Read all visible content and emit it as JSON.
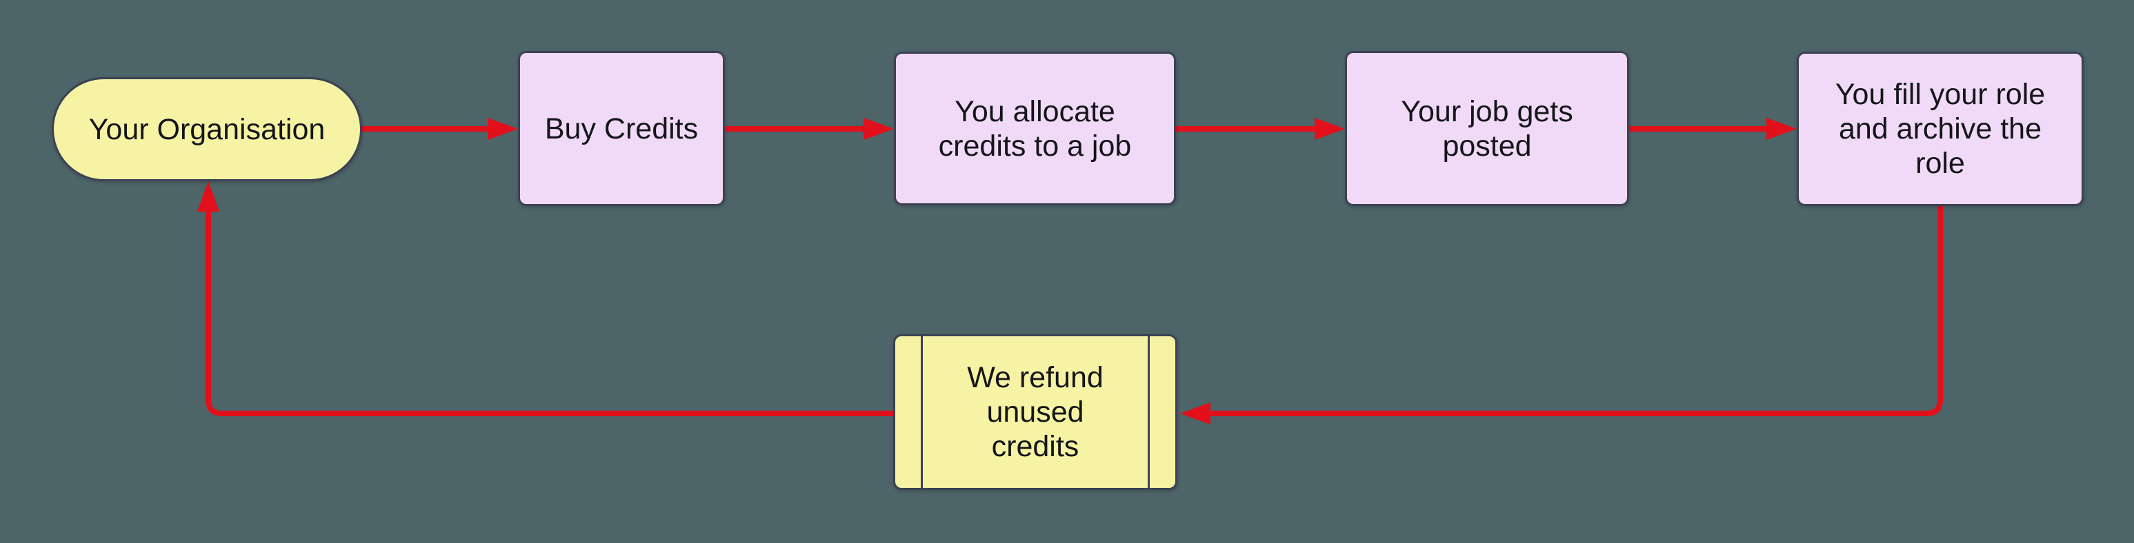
{
  "diagram": {
    "type": "flowchart",
    "background_color": "#4D6468",
    "colors": {
      "bg": "#4D6468",
      "yellow_fill": "#F6F4A4",
      "lavender_fill": "#F0DAF8",
      "border": "#3C4253",
      "red": "#E2101A",
      "text": "#14161A"
    },
    "nodes": [
      {
        "id": "org",
        "label": "Your Organisation",
        "shape": "stadium",
        "fill": "yellow"
      },
      {
        "id": "buy",
        "label": "Buy Credits",
        "shape": "rectangle",
        "fill": "lavender"
      },
      {
        "id": "allocate",
        "label": "You allocate\ncredits to a job",
        "shape": "rectangle",
        "fill": "lavender"
      },
      {
        "id": "posted",
        "label": "Your job gets\nposted",
        "shape": "rectangle",
        "fill": "lavender"
      },
      {
        "id": "fill",
        "label": "You fill your role\nand archive the\nrole",
        "shape": "rectangle",
        "fill": "lavender"
      },
      {
        "id": "refund",
        "label": "We refund\nunused\ncredits",
        "shape": "subroutine",
        "fill": "yellow"
      }
    ],
    "edges": [
      {
        "from": "org",
        "to": "buy"
      },
      {
        "from": "buy",
        "to": "allocate"
      },
      {
        "from": "allocate",
        "to": "posted"
      },
      {
        "from": "posted",
        "to": "fill"
      },
      {
        "from": "fill",
        "to": "refund"
      },
      {
        "from": "refund",
        "to": "org"
      }
    ]
  }
}
